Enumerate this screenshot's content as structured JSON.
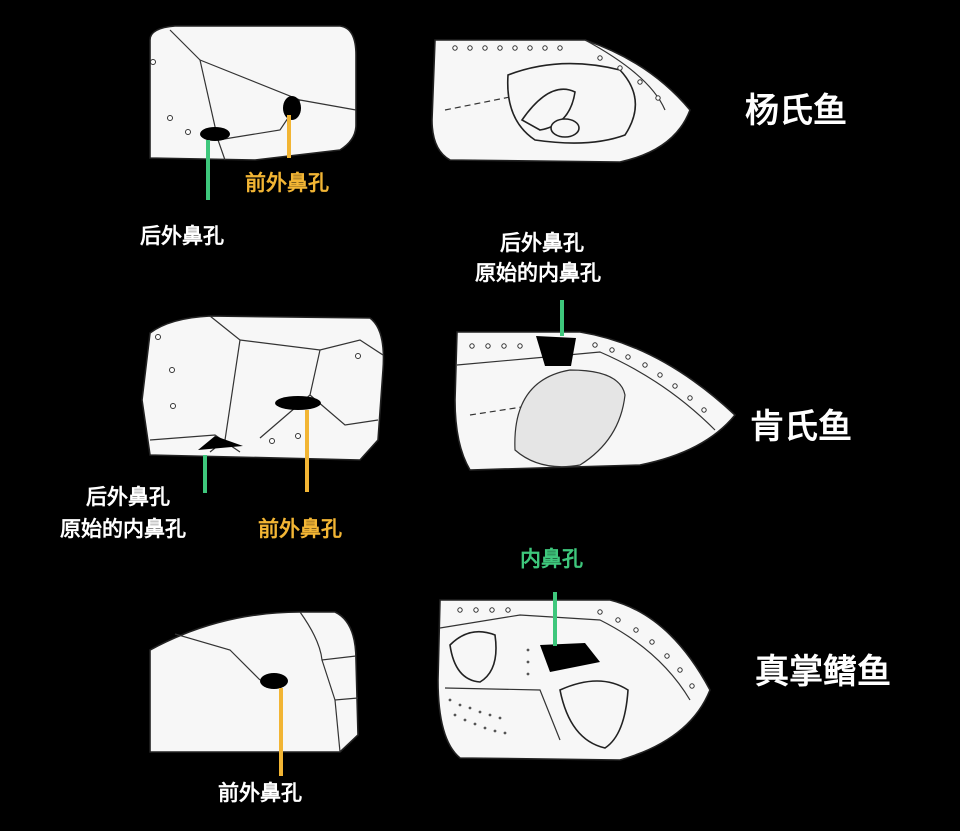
{
  "colors": {
    "background": "#000000",
    "label_white": "#ffffff",
    "anterior_nostril_yellow": "#f2b534",
    "posterior_nostril_green": "#3ec77c"
  },
  "rows": [
    {
      "species": "杨氏鱼",
      "left_labels": {
        "anterior": "前外鼻孔",
        "posterior": "后外鼻孔"
      }
    },
    {
      "species": "肯氏鱼",
      "top_label_line1": "后外鼻孔",
      "top_label_line2": "原始的内鼻孔",
      "left_labels": {
        "posterior_line1": "后外鼻孔",
        "posterior_line2": "原始的内鼻孔",
        "anterior": "前外鼻孔"
      }
    },
    {
      "species": "真掌鳍鱼",
      "top_label": "内鼻孔",
      "left_labels": {
        "anterior": "前外鼻孔"
      }
    }
  ]
}
